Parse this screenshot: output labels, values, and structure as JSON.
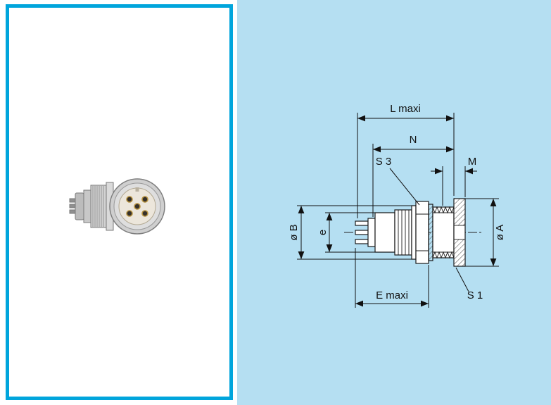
{
  "page": {
    "background": "#ffffff",
    "drawing_background": "#b5dff2",
    "panel_border_color": "#00a5dc",
    "line_color": "#1a1a1a"
  },
  "drawing": {
    "labels": {
      "l_maxi": "L maxi",
      "n": "N",
      "s3": "S 3",
      "m": "M",
      "dia_b": "ø B",
      "e": "e",
      "dia_a": "ø A",
      "e_maxi": "E  maxi",
      "s1": "S 1"
    }
  }
}
